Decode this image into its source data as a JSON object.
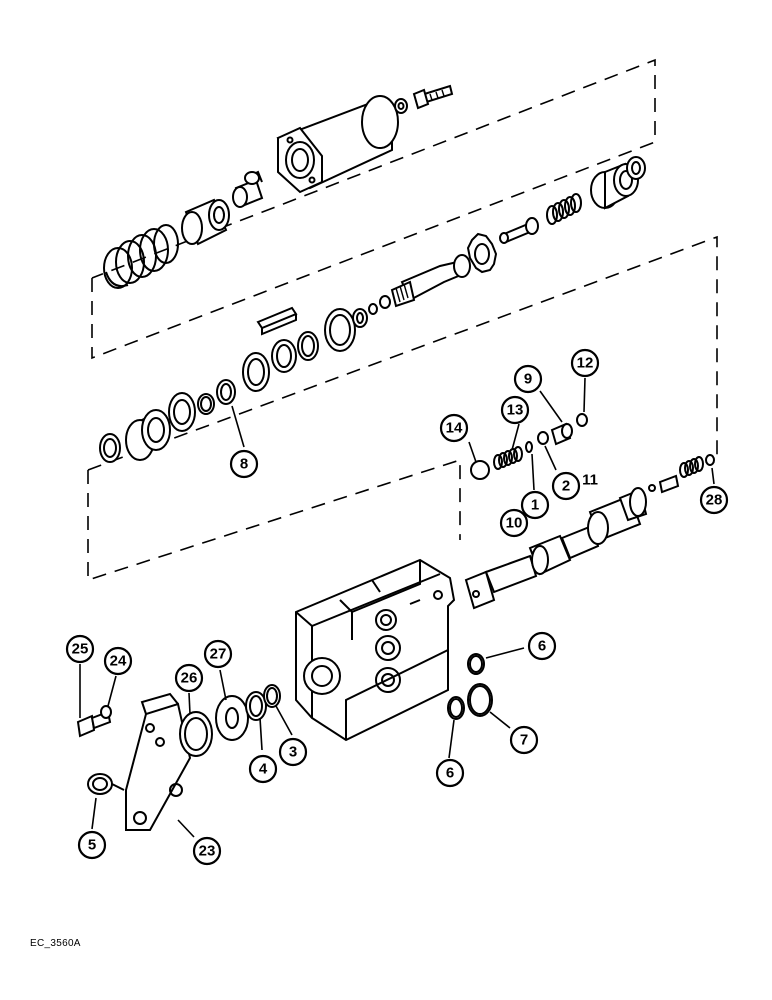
{
  "diagram": {
    "reference_code": "EC_3560A",
    "callouts": [
      {
        "id": "c25",
        "label": "25"
      },
      {
        "id": "c24",
        "label": "24"
      },
      {
        "id": "c26",
        "label": "26"
      },
      {
        "id": "c27",
        "label": "27"
      },
      {
        "id": "c4",
        "label": "4"
      },
      {
        "id": "c3",
        "label": "3"
      },
      {
        "id": "c5",
        "label": "5"
      },
      {
        "id": "c23",
        "label": "23"
      },
      {
        "id": "c6a",
        "label": "6"
      },
      {
        "id": "c6b",
        "label": "6"
      },
      {
        "id": "c7",
        "label": "7"
      },
      {
        "id": "c8",
        "label": "8"
      },
      {
        "id": "c14",
        "label": "14"
      },
      {
        "id": "c13",
        "label": "13"
      },
      {
        "id": "c9",
        "label": "9"
      },
      {
        "id": "c12",
        "label": "12"
      },
      {
        "id": "c1",
        "label": "1"
      },
      {
        "id": "c10",
        "label": "10"
      },
      {
        "id": "c2",
        "label": "2"
      },
      {
        "id": "c11",
        "label": "11"
      },
      {
        "id": "c28",
        "label": "28"
      }
    ]
  }
}
